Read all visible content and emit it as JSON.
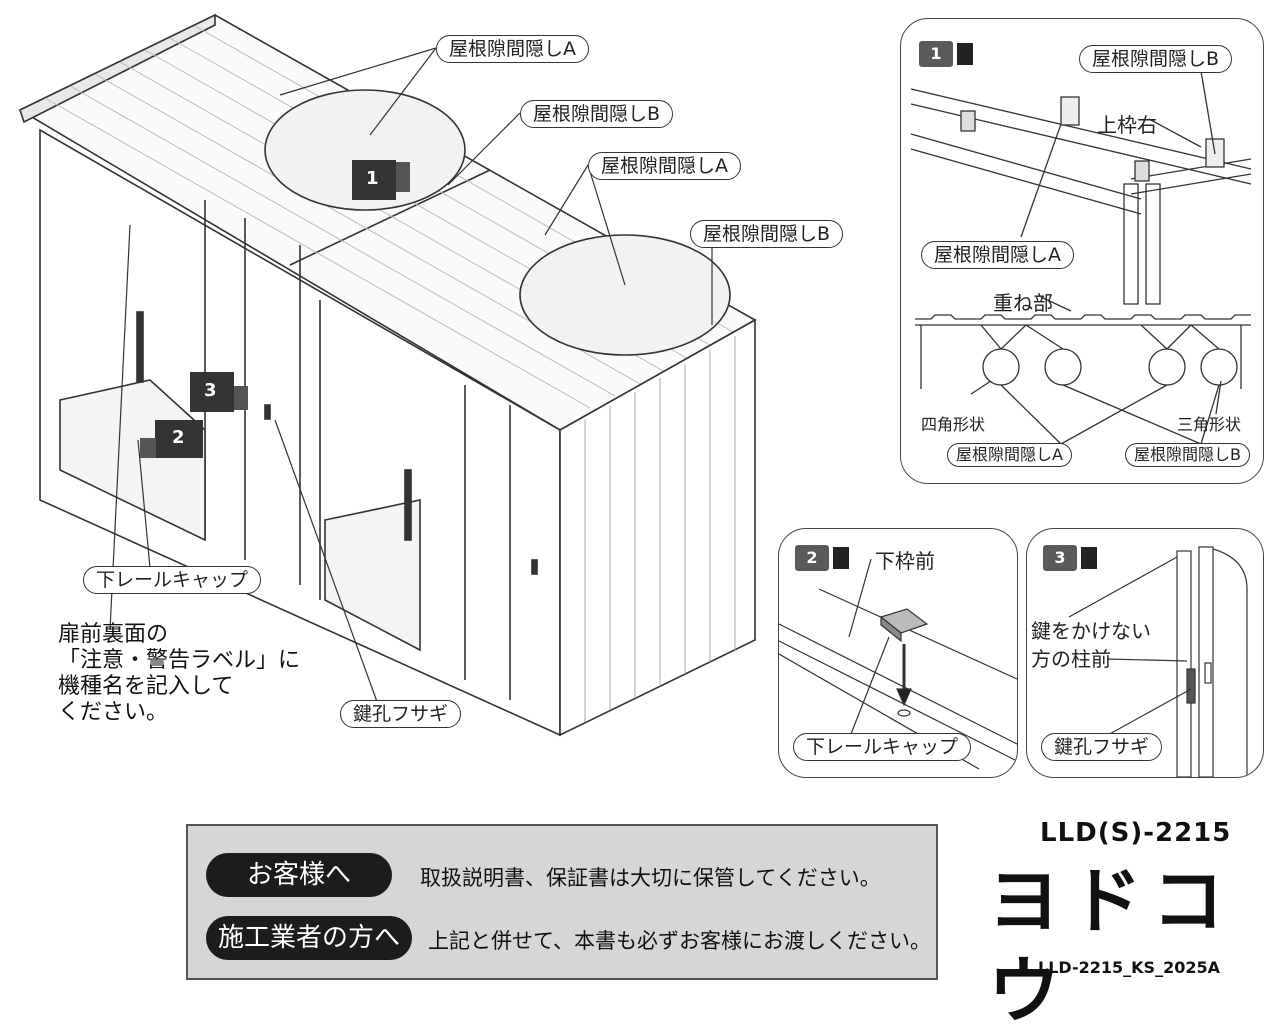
{
  "main_labels": {
    "roof_gap_a_1": "屋根隙間隠しA",
    "roof_gap_b_1": "屋根隙間隠しB",
    "roof_gap_a_2": "屋根隙間隠しA",
    "roof_gap_b_2": "屋根隙間隠しB",
    "lower_rail_cap": "下レールキャップ",
    "key_hole_cover": "鍵孔フサギ",
    "note": "扉前裏面の\n「注意・警告ラベル」に\n機種名を記入して\nください。",
    "callout_1": "1",
    "callout_2": "2",
    "callout_3": "3"
  },
  "panel1": {
    "step": "1",
    "roof_gap_b": "屋根隙間隠しB",
    "upper_frame_right": "上枠右",
    "roof_gap_a": "屋根隙間隠しA",
    "overlap": "重ね部",
    "square_shape": "四角形状",
    "triangle_shape": "三角形状",
    "roof_gap_a_bottom": "屋根隙間隠しA",
    "roof_gap_b_bottom": "屋根隙間隠しB"
  },
  "panel2": {
    "step": "2",
    "lower_frame_front": "下枠前",
    "lower_rail_cap": "下レールキャップ"
  },
  "panel3": {
    "step": "3",
    "pillar_note": "鍵をかけない\n方の柱前",
    "key_hole_cover": "鍵孔フサギ"
  },
  "info": {
    "customer_label": "お客様へ",
    "customer_text": "取扱説明書、保証書は大切に保管してください。",
    "installer_label": "施工業者の方へ",
    "installer_text": "上記と併せて、本書も必ずお客様にお渡しください。"
  },
  "brand": {
    "model": "LLD(S)-2215",
    "logo": "ヨドコウ",
    "code": "LLD-2215_KS_2025A"
  }
}
